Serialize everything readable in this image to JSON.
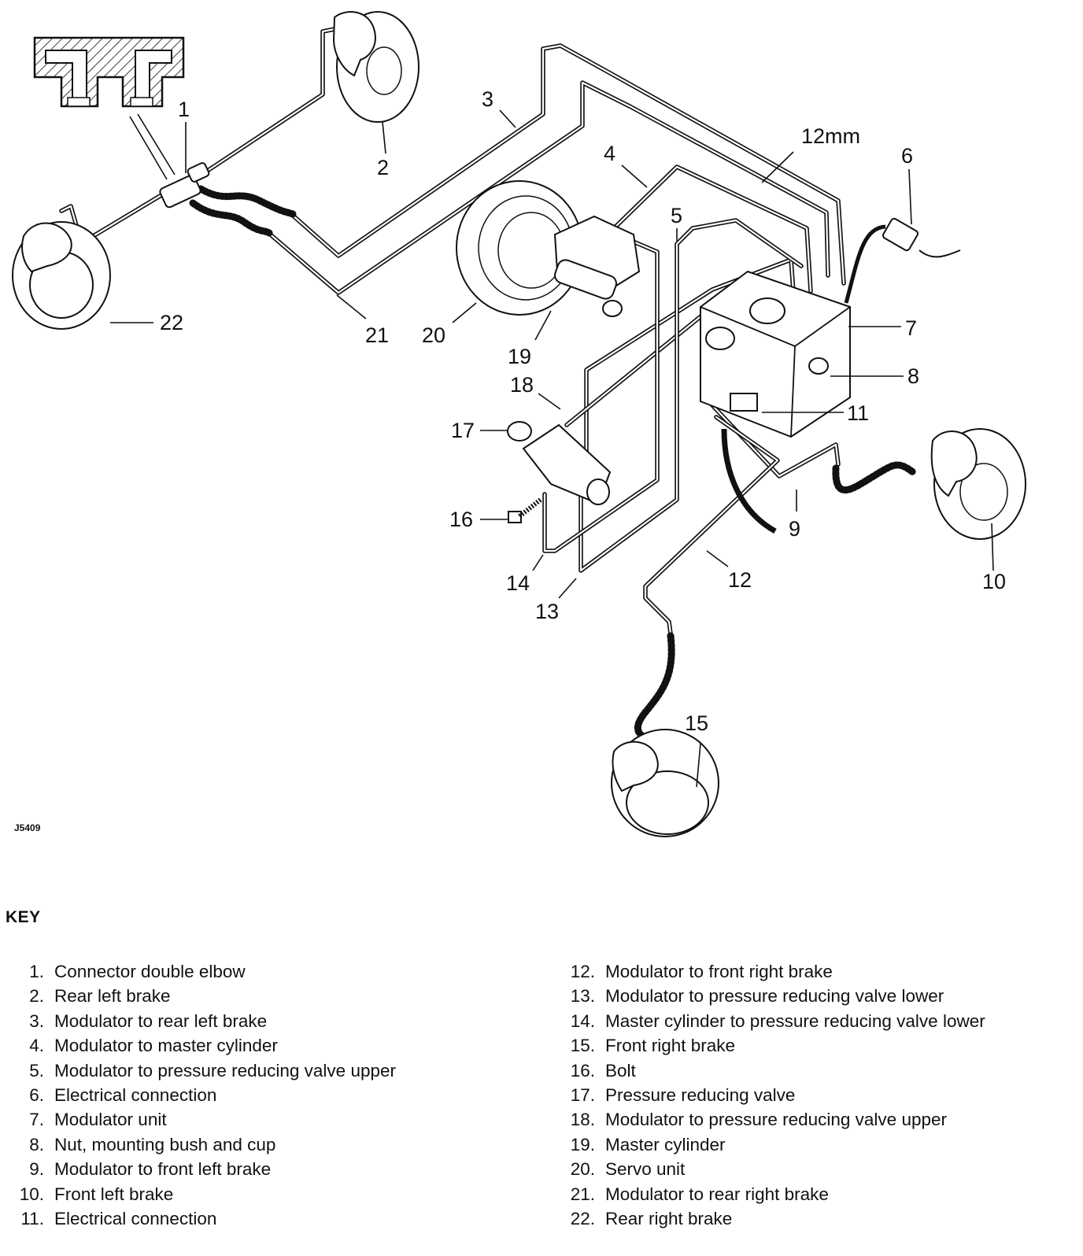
{
  "figure_id": "J5409",
  "callouts": {
    "c1": "1",
    "c2": "2",
    "c3": "3",
    "c4": "4",
    "c5": "5",
    "c6": "6",
    "c7": "7",
    "c8": "8",
    "c9": "9",
    "c10": "10",
    "c11": "11",
    "c12": "12",
    "c12mm": "12mm",
    "c13": "13",
    "c14": "14",
    "c15": "15",
    "c16": "16",
    "c17": "17",
    "c18": "18",
    "c19": "19",
    "c20": "20",
    "c21": "21",
    "c22": "22"
  },
  "key": {
    "heading": "KEY",
    "items": [
      {
        "num": "1.",
        "text": "Connector double elbow"
      },
      {
        "num": "2.",
        "text": "Rear left brake"
      },
      {
        "num": "3.",
        "text": "Modulator to rear left brake"
      },
      {
        "num": "4.",
        "text": "Modulator to master cylinder"
      },
      {
        "num": "5.",
        "text": "Modulator to pressure reducing valve upper"
      },
      {
        "num": "6.",
        "text": "Electrical connection"
      },
      {
        "num": "7.",
        "text": "Modulator unit"
      },
      {
        "num": "8.",
        "text": "Nut, mounting bush and cup"
      },
      {
        "num": "9.",
        "text": "Modulator to front left brake"
      },
      {
        "num": "10.",
        "text": "Front left brake"
      },
      {
        "num": "11.",
        "text": "Electrical connection"
      },
      {
        "num": "12.",
        "text": "Modulator to front right brake"
      },
      {
        "num": "13.",
        "text": "Modulator to pressure reducing valve lower"
      },
      {
        "num": "14.",
        "text": "Master cylinder to pressure reducing valve lower"
      },
      {
        "num": "15.",
        "text": "Front right brake"
      },
      {
        "num": "16.",
        "text": "Bolt"
      },
      {
        "num": "17.",
        "text": "Pressure reducing valve"
      },
      {
        "num": "18.",
        "text": "Modulator to pressure reducing valve upper"
      },
      {
        "num": "19.",
        "text": "Master cylinder"
      },
      {
        "num": "20.",
        "text": "Servo unit"
      },
      {
        "num": "21.",
        "text": "Modulator to rear right brake"
      },
      {
        "num": "22.",
        "text": "Rear right brake"
      }
    ]
  }
}
